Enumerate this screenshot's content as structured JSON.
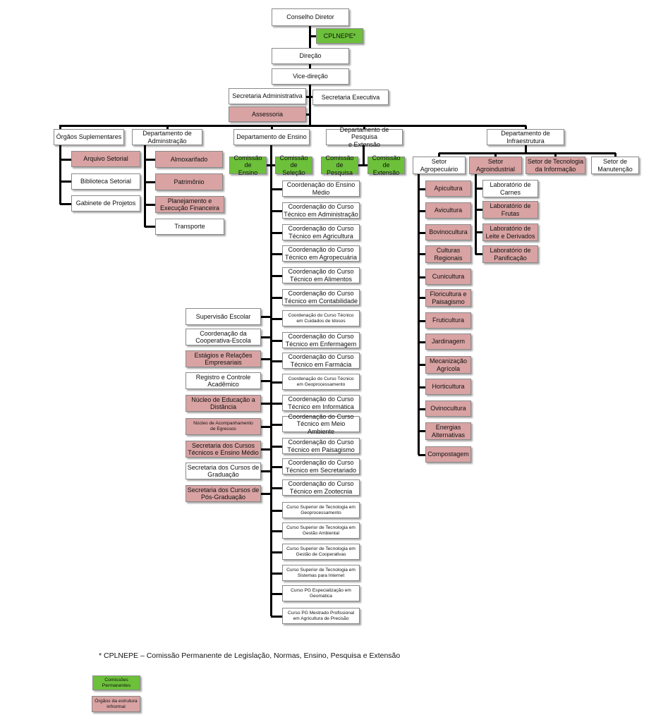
{
  "colors": {
    "formal": "#ffffff",
    "informal": "#d9a3a3",
    "commission": "#6cc03a",
    "line": "#000000"
  },
  "nodes": {
    "conselho": {
      "text": "Conselho Diretor",
      "kind": "formal"
    },
    "cplnepe": {
      "text": "CPLNEPE*",
      "kind": "commission"
    },
    "direcao": {
      "text": "Direção",
      "kind": "formal"
    },
    "vice": {
      "text": "Vice-direção",
      "kind": "formal"
    },
    "sec_adm": {
      "text": "Secretaria Administrativa",
      "kind": "formal"
    },
    "sec_exec": {
      "text": "Secretaria Executiva",
      "kind": "formal"
    },
    "assessoria": {
      "text": "Assessoria",
      "kind": "informal"
    },
    "orgaos": {
      "text": "Órgãos Suplementares",
      "kind": "formal"
    },
    "dep_adm": {
      "text": "Departamento de\nAdminstração",
      "kind": "formal"
    },
    "dep_ensino": {
      "text": "Departamento de Ensino",
      "kind": "formal"
    },
    "dep_pesq": {
      "text": "Departamento de Pesquisa\ne Extensão",
      "kind": "formal"
    },
    "dep_infra": {
      "text": "Departamento de\nInfraestrutura",
      "kind": "formal"
    },
    "arquivo": {
      "text": "Arquivo Setorial",
      "kind": "informal"
    },
    "biblioteca": {
      "text": "Biblioteca Setorial",
      "kind": "formal"
    },
    "gabinete": {
      "text": "Gabinete de Projetos",
      "kind": "formal"
    },
    "almox": {
      "text": "Almoxarifado",
      "kind": "informal"
    },
    "patrimonio": {
      "text": "Patrimônio",
      "kind": "informal"
    },
    "planejamento": {
      "text": "Planejamento e\nExecução Financeira",
      "kind": "informal"
    },
    "transporte": {
      "text": "Transporte",
      "kind": "formal"
    },
    "com_ensino": {
      "text": "Comissão de\nEnsino",
      "kind": "commission"
    },
    "com_selecao": {
      "text": "Comissão de\nSeleção",
      "kind": "commission"
    },
    "com_pesquisa": {
      "text": "Comissão de\nPesquisa",
      "kind": "commission"
    },
    "com_extensao": {
      "text": "Comissão de\nExtensão",
      "kind": "commission"
    },
    "setor_agro": {
      "text": "Setor\nAgropecuário",
      "kind": "formal"
    },
    "setor_agroind": {
      "text": "Setor\nAgroindustrial",
      "kind": "informal"
    },
    "setor_ti": {
      "text": "Setor de Tecnologia\nda Informação",
      "kind": "informal"
    },
    "setor_manut": {
      "text": "Setor de\nManutenção",
      "kind": "formal"
    }
  },
  "coordenacoes": [
    {
      "text": "Coordenação do Ensino\nMédio",
      "kind": "formal"
    },
    {
      "text": "Coordenação do Curso\nTécnico em Administração",
      "kind": "formal"
    },
    {
      "text": "Coordenação do Curso\nTécnico em Agricultura",
      "kind": "formal"
    },
    {
      "text": "Coordenação do Curso\nTécnico em Agropecuária",
      "kind": "formal"
    },
    {
      "text": "Coordenação do Curso\nTécnico em Alimentos",
      "kind": "formal"
    },
    {
      "text": "Coordenação do Curso\nTécnico em Contabilidade",
      "kind": "formal"
    },
    {
      "text": "Coordenação do Curso Técnico\nem Cuidados de Idosos",
      "kind": "formal",
      "small": true
    },
    {
      "text": "Coordenação do Curso\nTécnico em Enfermagem",
      "kind": "formal"
    },
    {
      "text": "Coordenação do Curso\nTécnico em Farmácia",
      "kind": "formal"
    },
    {
      "text": "Coordenação do Curso Técnico\nem Geoprocessamento",
      "kind": "formal",
      "small": true
    },
    {
      "text": "Coordenação do Curso\nTécnico em Informática",
      "kind": "formal"
    },
    {
      "text": "Coordenação do Curso\nTécnico em Meio Ambiente",
      "kind": "formal"
    },
    {
      "text": "Coordenação do Curso\nTécnico em Paisagismo",
      "kind": "formal"
    },
    {
      "text": "Coordenação do Curso\nTécnico em Secretariado",
      "kind": "formal"
    },
    {
      "text": "Coordenação do Curso\nTécnico em Zootecnia",
      "kind": "formal"
    },
    {
      "text": "Curso Superior de Tecnologia em\nGeoprocessamento",
      "kind": "formal",
      "small": true
    },
    {
      "text": "Curso Superior de Tecnologia em\nGestão Ambiental",
      "kind": "formal",
      "small": true
    },
    {
      "text": "Curso Superior de Tecnologia em\nGestão de Cooperativas",
      "kind": "formal",
      "small": true
    },
    {
      "text": "Curso Superior de Tecnologia em\nSistemas para Internet",
      "kind": "formal",
      "small": true
    },
    {
      "text": "Curso PG Especialização em\nGeomática",
      "kind": "formal",
      "small": true
    },
    {
      "text": "Curso PG Mestrado Profissional\nem Agricultura de Precisão",
      "kind": "formal",
      "small": true
    }
  ],
  "ensino_apoio": [
    {
      "text": "Supervisão Escolar",
      "kind": "formal"
    },
    {
      "text": "Coordenação da\nCooperativa-Escola",
      "kind": "formal"
    },
    {
      "text": "Estágios e Relações\nEmpresariais",
      "kind": "informal"
    },
    {
      "text": "Registro e Controle\nAcadêmico",
      "kind": "formal"
    },
    {
      "text": "Núcleo de Educação a\nDistância",
      "kind": "informal"
    },
    {
      "text": "Núcleo de Acompanhamento\nde Egressos",
      "kind": "informal",
      "small": true
    },
    {
      "text": "Secretaria dos Cursos\nTécnicos e Ensino Médio",
      "kind": "informal"
    },
    {
      "text": "Secretaria dos  Cursos de\nGraduação",
      "kind": "formal"
    },
    {
      "text": "Secretaria dos Cursos de\nPós-Graduação",
      "kind": "informal"
    }
  ],
  "agropecuario": [
    {
      "text": "Apicultura",
      "kind": "informal"
    },
    {
      "text": "Avicultura",
      "kind": "informal"
    },
    {
      "text": "Bovinocultura",
      "kind": "informal"
    },
    {
      "text": "Culturas\nRegionais",
      "kind": "informal"
    },
    {
      "text": "Cunicultura",
      "kind": "informal"
    },
    {
      "text": "Floricultura e\nPaisagismo",
      "kind": "informal"
    },
    {
      "text": "Fruticultura",
      "kind": "informal"
    },
    {
      "text": "Jardinagem",
      "kind": "informal"
    },
    {
      "text": "Mecanização\nAgrícola",
      "kind": "informal"
    },
    {
      "text": "Horticultura",
      "kind": "informal"
    },
    {
      "text": "Ovinocultura",
      "kind": "informal"
    },
    {
      "text": "Energias\nAlternativas",
      "kind": "informal"
    },
    {
      "text": "Compostagem",
      "kind": "informal"
    }
  ],
  "laboratorios": [
    {
      "text": "Laboratório de\nCarnes",
      "kind": "formal"
    },
    {
      "text": "Laboratório de\nFrutas",
      "kind": "informal"
    },
    {
      "text": "Laboratório de\nLeite e Derivados",
      "kind": "informal"
    },
    {
      "text": "Laboratório de\nPanificação",
      "kind": "informal"
    }
  ],
  "footnote": "* CPLNEPE – Comissão Permanente de Legislação, Normas, Ensino, Pesquisa e Extensão",
  "legend": [
    {
      "text": "Comissões\nPermanentes",
      "kind": "commission"
    },
    {
      "text": "Órgãos da estrutura\ninfrormal",
      "kind": "informal"
    }
  ]
}
